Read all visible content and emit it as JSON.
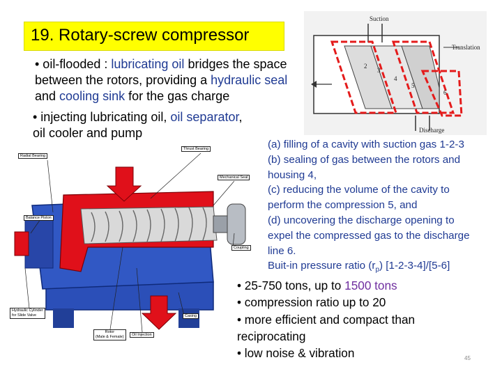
{
  "title": "19. Rotary-screw compressor",
  "bullets_top": {
    "b1_l1_a": "• oil-flooded : ",
    "b1_l1_b": "lubricating oil",
    "b1_l1_c": " bridges the space",
    "b1_l2_a": "between the rotors, providing a ",
    "b1_l2_b": "hydraulic seal",
    "b1_l3_a": "and ",
    "b1_l3_b": "cooling sink",
    "b1_l3_c": " for the gas charge",
    "b2_l1_a": "• injecting lubricating oil, ",
    "b2_l1_b": "oil separator",
    "b2_l1_c": ",",
    "b2_l2": "oil cooler and pump"
  },
  "diagram": {
    "suction": "Suction",
    "translation": "Translation",
    "discharge": "Discharge",
    "n2": "2",
    "n3": "3",
    "n4": "4",
    "n5": "5",
    "n6": "6"
  },
  "caption": {
    "l1": "(a) filling of a cavity with suction gas 1-2-3",
    "l2": "(b) sealing of gas between the rotors and",
    "l3": "housing 4,",
    "l4": "(c) reducing the volume of the cavity to",
    "l5": "perform the compression 5, and",
    "l6": "(d) uncovering the discharge opening to",
    "l7": "expel the compressed gas to the discharge",
    "l8": "line 6.",
    "l9_a": "Buit-in pressure ratio (r",
    "l9_sub": "p",
    "l9_b": ") [1-2-3-4]/[5-6]"
  },
  "bullets_bottom": {
    "b1_a": "• 25-750 tons, up to ",
    "b1_b": "1500 tons",
    "b2": "• compression ratio up to 20",
    "b3_l1": "• more efficient and compact than",
    "b3_l2": "reciprocating",
    "b4": "• low noise & vibration"
  },
  "compressor_labels": {
    "radial": "Radial Bearing",
    "thrust": "Thrust Bearing",
    "mech": "Mechanical Seal",
    "balance": "Balance Piston",
    "coupling": "Coupling",
    "hydraulic_l1": "Hydraulic Cylinder",
    "hydraulic_l2": "for Slide Valve",
    "casing": "Casing",
    "rotor_l1": "Rotor",
    "rotor_l2": "(Male & Female)",
    "oil": "Oil Injection"
  },
  "page_number": "45",
  "colors": {
    "title_bg": "#ffff00",
    "accent_blue": "#1f3a93",
    "accent_purple": "#7030a0",
    "casing_red": "#e0101a",
    "body_blue": "#2b4fb8"
  }
}
